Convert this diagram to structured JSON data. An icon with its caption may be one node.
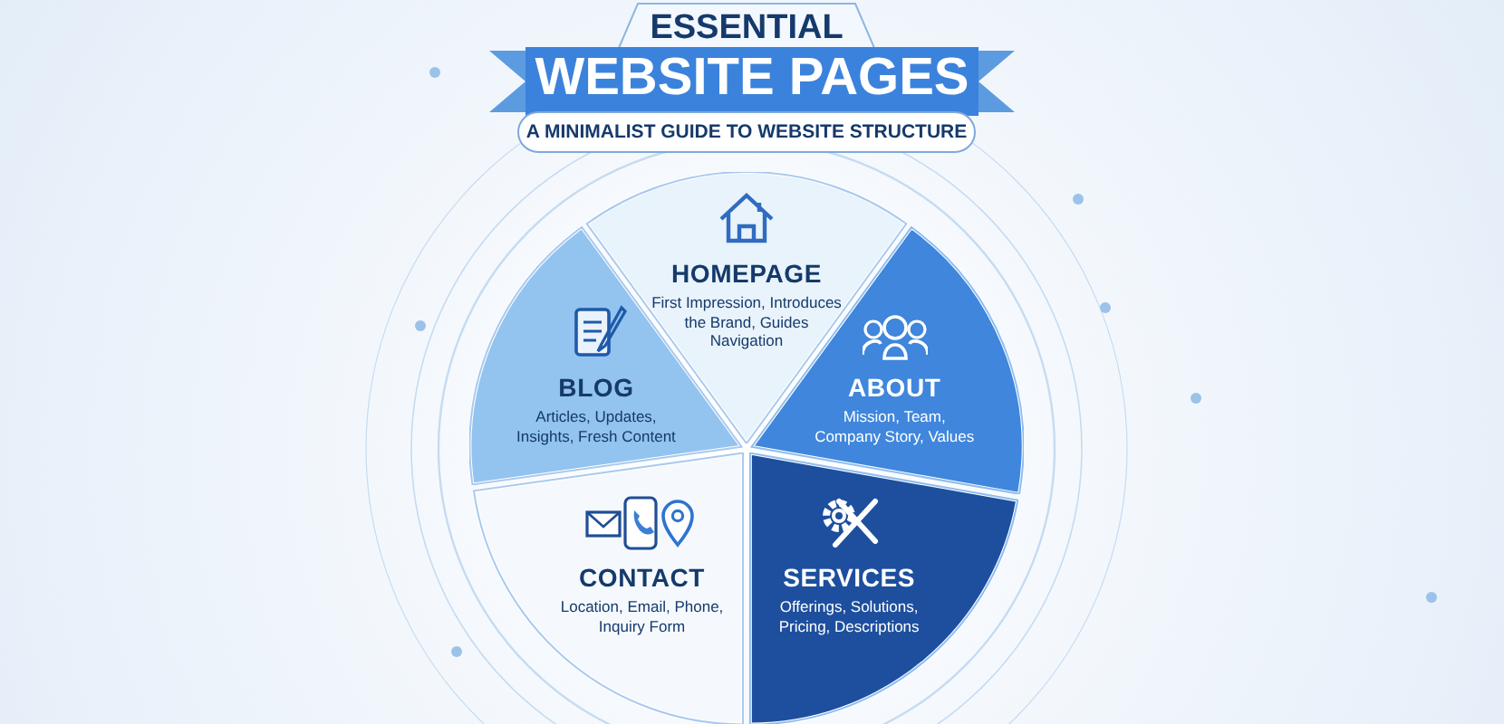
{
  "diagram": {
    "title": "WEBSITE PAGES",
    "caption": "A MINIMALIST GUIDE TO WEBSITE STRUCTURE",
    "labels": [
      "ESSENTIAL"
    ],
    "nodes": [
      {
        "text": [
          "HOMEPAGE",
          "First Impression, Introduces the Brand, Guides Navigation"
        ]
      },
      {
        "text": [
          "BLOG",
          "Articles, Updates, Insights, Fresh Content"
        ]
      },
      {
        "text": [
          "ABOUT",
          "Mission, Team, Company Story, Values"
        ]
      },
      {
        "text": [
          "CONTACT",
          "Location, Email, Phone, Inquiry Form"
        ]
      },
      {
        "text": [
          "SERVICES",
          "Offerings, Solutions, Pricing, Descriptions"
        ]
      }
    ]
  }
}
